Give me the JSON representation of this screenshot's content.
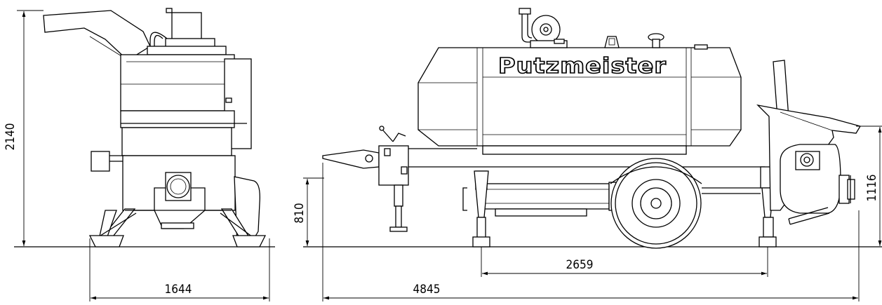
{
  "brand": "Putzmeister",
  "dimensions": {
    "front_height": "2140",
    "front_width": "1644",
    "coupling_height": "810",
    "wheelbase": "2659",
    "overall_length": "4845",
    "hopper_height": "1116"
  },
  "colors": {
    "line": "#000000",
    "background": "#ffffff"
  }
}
